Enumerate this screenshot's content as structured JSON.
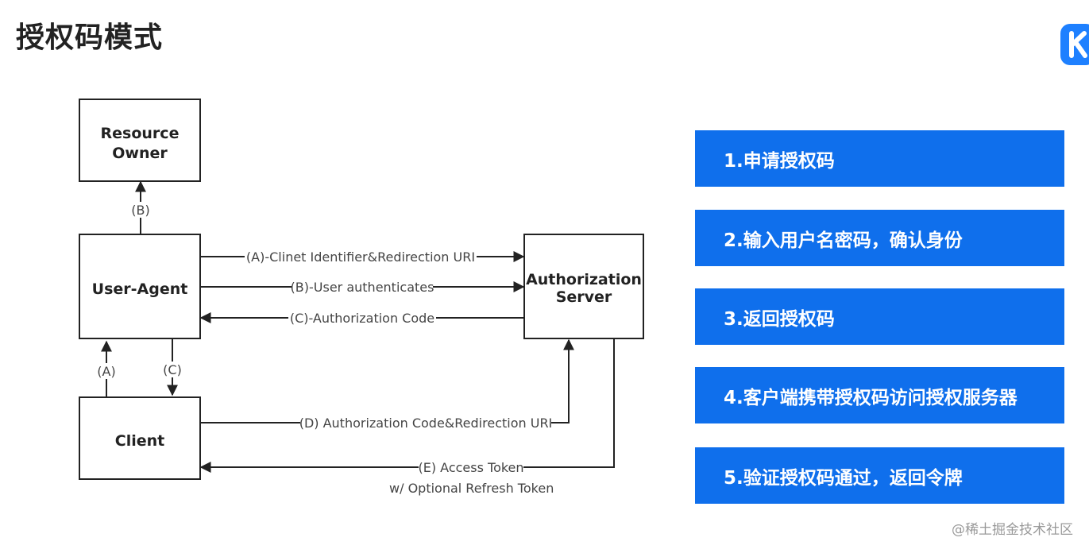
{
  "page": {
    "title": "授权码模式"
  },
  "diagram": {
    "boxes": {
      "resource_owner": [
        "Resource",
        "Owner"
      ],
      "user_agent": [
        "User-Agent"
      ],
      "authorization_server": [
        "Authorization",
        "Server"
      ],
      "client": [
        "Client"
      ]
    },
    "flows": {
      "b_owner": "(B)",
      "a_client_id": "(A)-Clinet Identifier&Redirection URI",
      "b_user_auth": "(B)-User authenticates",
      "c_auth_code": "(C)-Authorization Code",
      "a_up": "(A)",
      "c_down": "(C)",
      "d_code_redirect": "(D) Authorization Code&Redirection URI",
      "e_access_token": "(E) Access Token",
      "e_refresh": "w/  Optional Refresh Token"
    }
  },
  "steps": [
    "1.申请授权码",
    "2.输入用户名密码，确认身份",
    "3.返回授权码",
    "4.客户端携带授权码访问授权服务器",
    "5.验证授权码通过，返回令牌"
  ],
  "watermark": "@稀土掘金技术社区",
  "colors": {
    "step_bg": "#0f6fec",
    "logo": "#1e80ff"
  }
}
